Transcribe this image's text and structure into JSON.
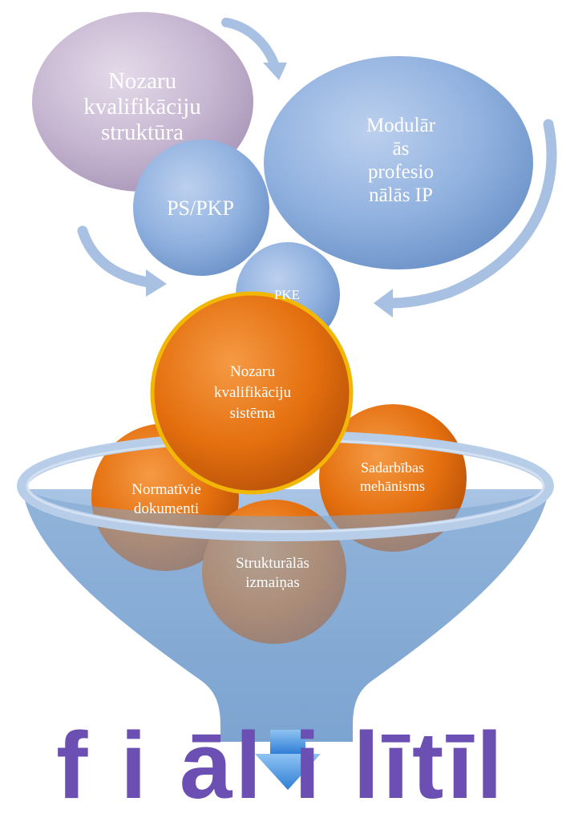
{
  "nodes": {
    "nozaru_struktura": "Nozaru\nkvalifikāciju\nstruktūra",
    "modularas_ip": "Modulār\nās\nprofesio\nnālās IP",
    "ps_pkp": "PS/PKP",
    "pke": "PKE",
    "nozaru_sistema": "Nozaru\nkvalifikāciju\nsistēma",
    "normativie": "Normatīvie\ndokumenti",
    "sadarbibas": "Sadarbības\nmehānisms",
    "strukturalas": "Strukturālās\nizmaiņas"
  },
  "footer_text": "f  i  āl  i  lītīl",
  "colors": {
    "lavender": "#c4b5cf",
    "blue_bubble": "#8eb0dd",
    "orange": "#e26c0a",
    "gold_ring": "#f2b705",
    "funnel": "#87acd2",
    "arrow": "#a8c1e2",
    "bottom_text": "#6b4fb2"
  }
}
